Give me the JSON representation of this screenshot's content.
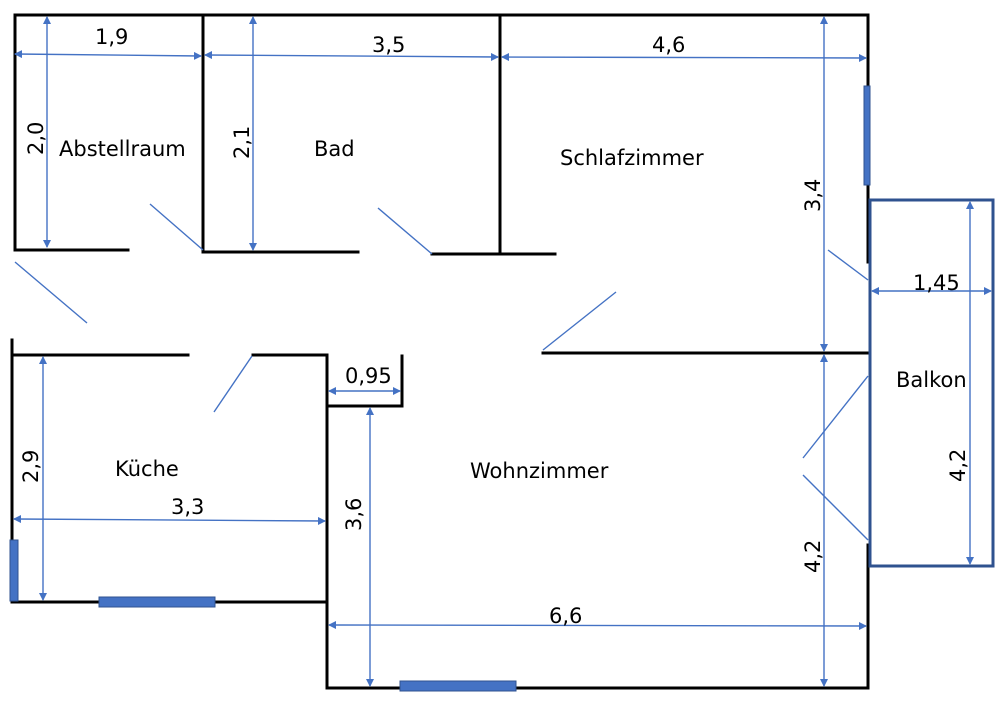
{
  "rooms": {
    "abstellraum": "Abstellraum",
    "bad": "Bad",
    "schlafzimmer": "Schlafzimmer",
    "kueche": "Küche",
    "wohnzimmer": "Wohnzimmer",
    "balkon": "Balkon"
  },
  "dimensions": {
    "abstellraum_width": "1,9",
    "abstellraum_depth": "2,0",
    "bad_depth": "2,1",
    "bad_width": "3,5",
    "schlafzimmer_width": "4,6",
    "schlafzimmer_depth": "3,4",
    "balkon_width": "1,45",
    "balkon_length": "4,2",
    "flur_offset": "0,95",
    "kueche_depth": "2,9",
    "kueche_width": "3,3",
    "wohnzimmer_depth_left": "3,6",
    "wohnzimmer_depth_right": "4,2",
    "wohnzimmer_width": "6,6"
  },
  "colors": {
    "walls": "#000000",
    "dimension_lines": "#4472c4",
    "windows": "#4472c4",
    "balcony_outline": "#2f528f"
  }
}
